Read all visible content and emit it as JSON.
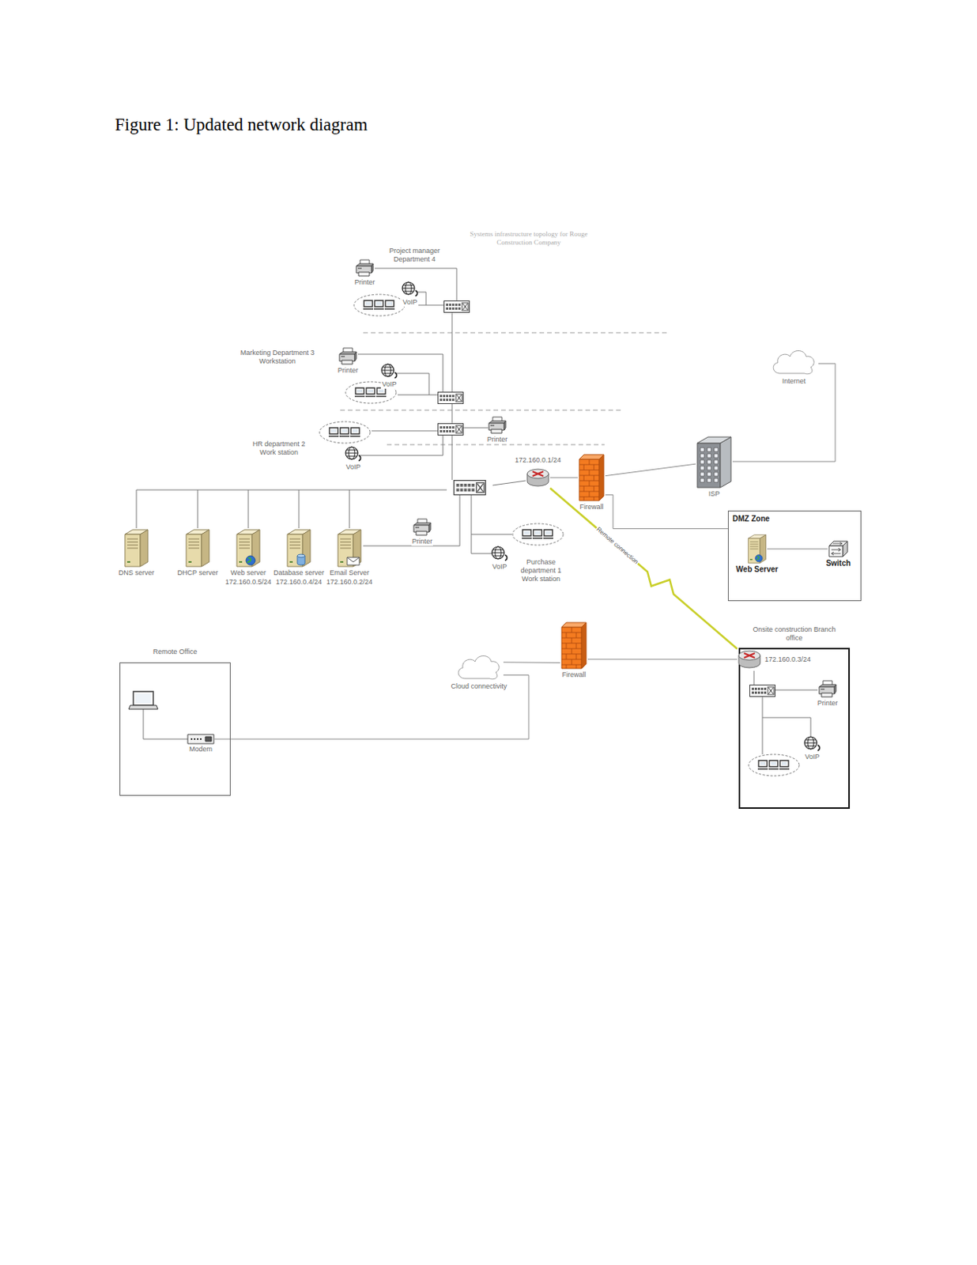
{
  "diagram": {
    "title": "Figure 1: Updated network diagram",
    "nodes": [
      {
        "text": [
          "Printer"
        ]
      },
      {
        "text": [
          "VoIP"
        ]
      },
      {
        "text": [
          "Printer"
        ]
      },
      {
        "text": [
          "VoIP"
        ]
      },
      {
        "text": [
          "Internet"
        ]
      },
      {
        "text": [
          "Printer"
        ]
      },
      {
        "text": [
          "VoIP"
        ]
      },
      {
        "text": [
          "172.160.0.1/24"
        ]
      },
      {
        "text": [
          "Firewall"
        ]
      },
      {
        "text": [
          "ISP"
        ]
      },
      {
        "text": [
          "DMZ Zone"
        ]
      },
      {
        "text": [
          "Web Server"
        ],
        "in": 10
      },
      {
        "text": [
          "Switch"
        ],
        "in": 10
      },
      {
        "text": [
          "DNS server"
        ]
      },
      {
        "text": [
          "DHCP server"
        ]
      },
      {
        "text": [
          "Web server",
          "172.160.0.5/24"
        ]
      },
      {
        "text": [
          "Database server",
          "172.160.0.4/24"
        ]
      },
      {
        "text": [
          "Email Server",
          "172.160.0.2/24"
        ]
      },
      {
        "text": [
          "Printer"
        ]
      },
      {
        "text": [
          "VoIP"
        ]
      },
      {
        "text": [
          "Onsite construction Branch office"
        ]
      },
      {
        "text": [
          "172.160.0.3/24"
        ],
        "in": 20
      },
      {
        "text": [
          "Printer"
        ],
        "in": 20
      },
      {
        "text": [
          "VoIP"
        ],
        "in": 20
      },
      {
        "text": [
          "Firewall"
        ]
      },
      {
        "text": [
          "Cloud connectivity"
        ]
      },
      {
        "text": [
          "Remote Office"
        ]
      },
      {
        "text": [
          "Modem"
        ],
        "in": 26
      }
    ],
    "edges": [
      {
        "from": 7,
        "to": 8,
        "arrow": "none"
      },
      {
        "from": 8,
        "to": 9,
        "arrow": "none"
      },
      {
        "from": 9,
        "to": 4,
        "arrow": "none"
      },
      {
        "from": 8,
        "to": 10,
        "arrow": "none"
      },
      {
        "from": 11,
        "to": 12,
        "arrow": "none"
      },
      {
        "from": 7,
        "to": 21,
        "label": "Remote connection",
        "arrow": "none"
      },
      {
        "from": 21,
        "to": 24,
        "arrow": "none"
      },
      {
        "from": 24,
        "to": 25,
        "arrow": "none"
      },
      {
        "from": 25,
        "to": 27,
        "arrow": "none"
      }
    ],
    "labels": [
      "Systems infrastructure topology for Rouge Construction Company",
      "Project manager Department 4",
      "Marketing Department 3 Workstation",
      "HR department 2 Work station",
      "Purchase department 1 Work station"
    ]
  }
}
